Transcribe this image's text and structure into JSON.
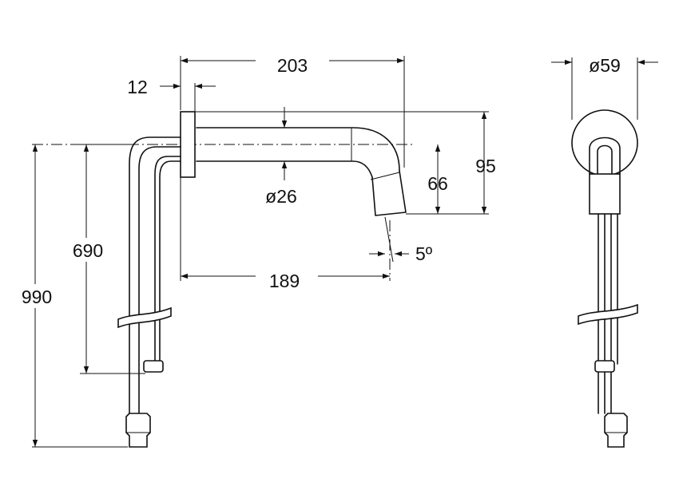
{
  "dimensions": {
    "overall_length": "203",
    "flange_thickness": "12",
    "pipe_diameter": "ø26",
    "reach": "189",
    "angle": "5º",
    "spout_drop": "66",
    "total_height_above": "95",
    "tube_length_inner": "690",
    "tube_length_total": "990",
    "flange_diameter": "ø59"
  },
  "colors": {
    "line": "#111111",
    "background": "#ffffff"
  }
}
